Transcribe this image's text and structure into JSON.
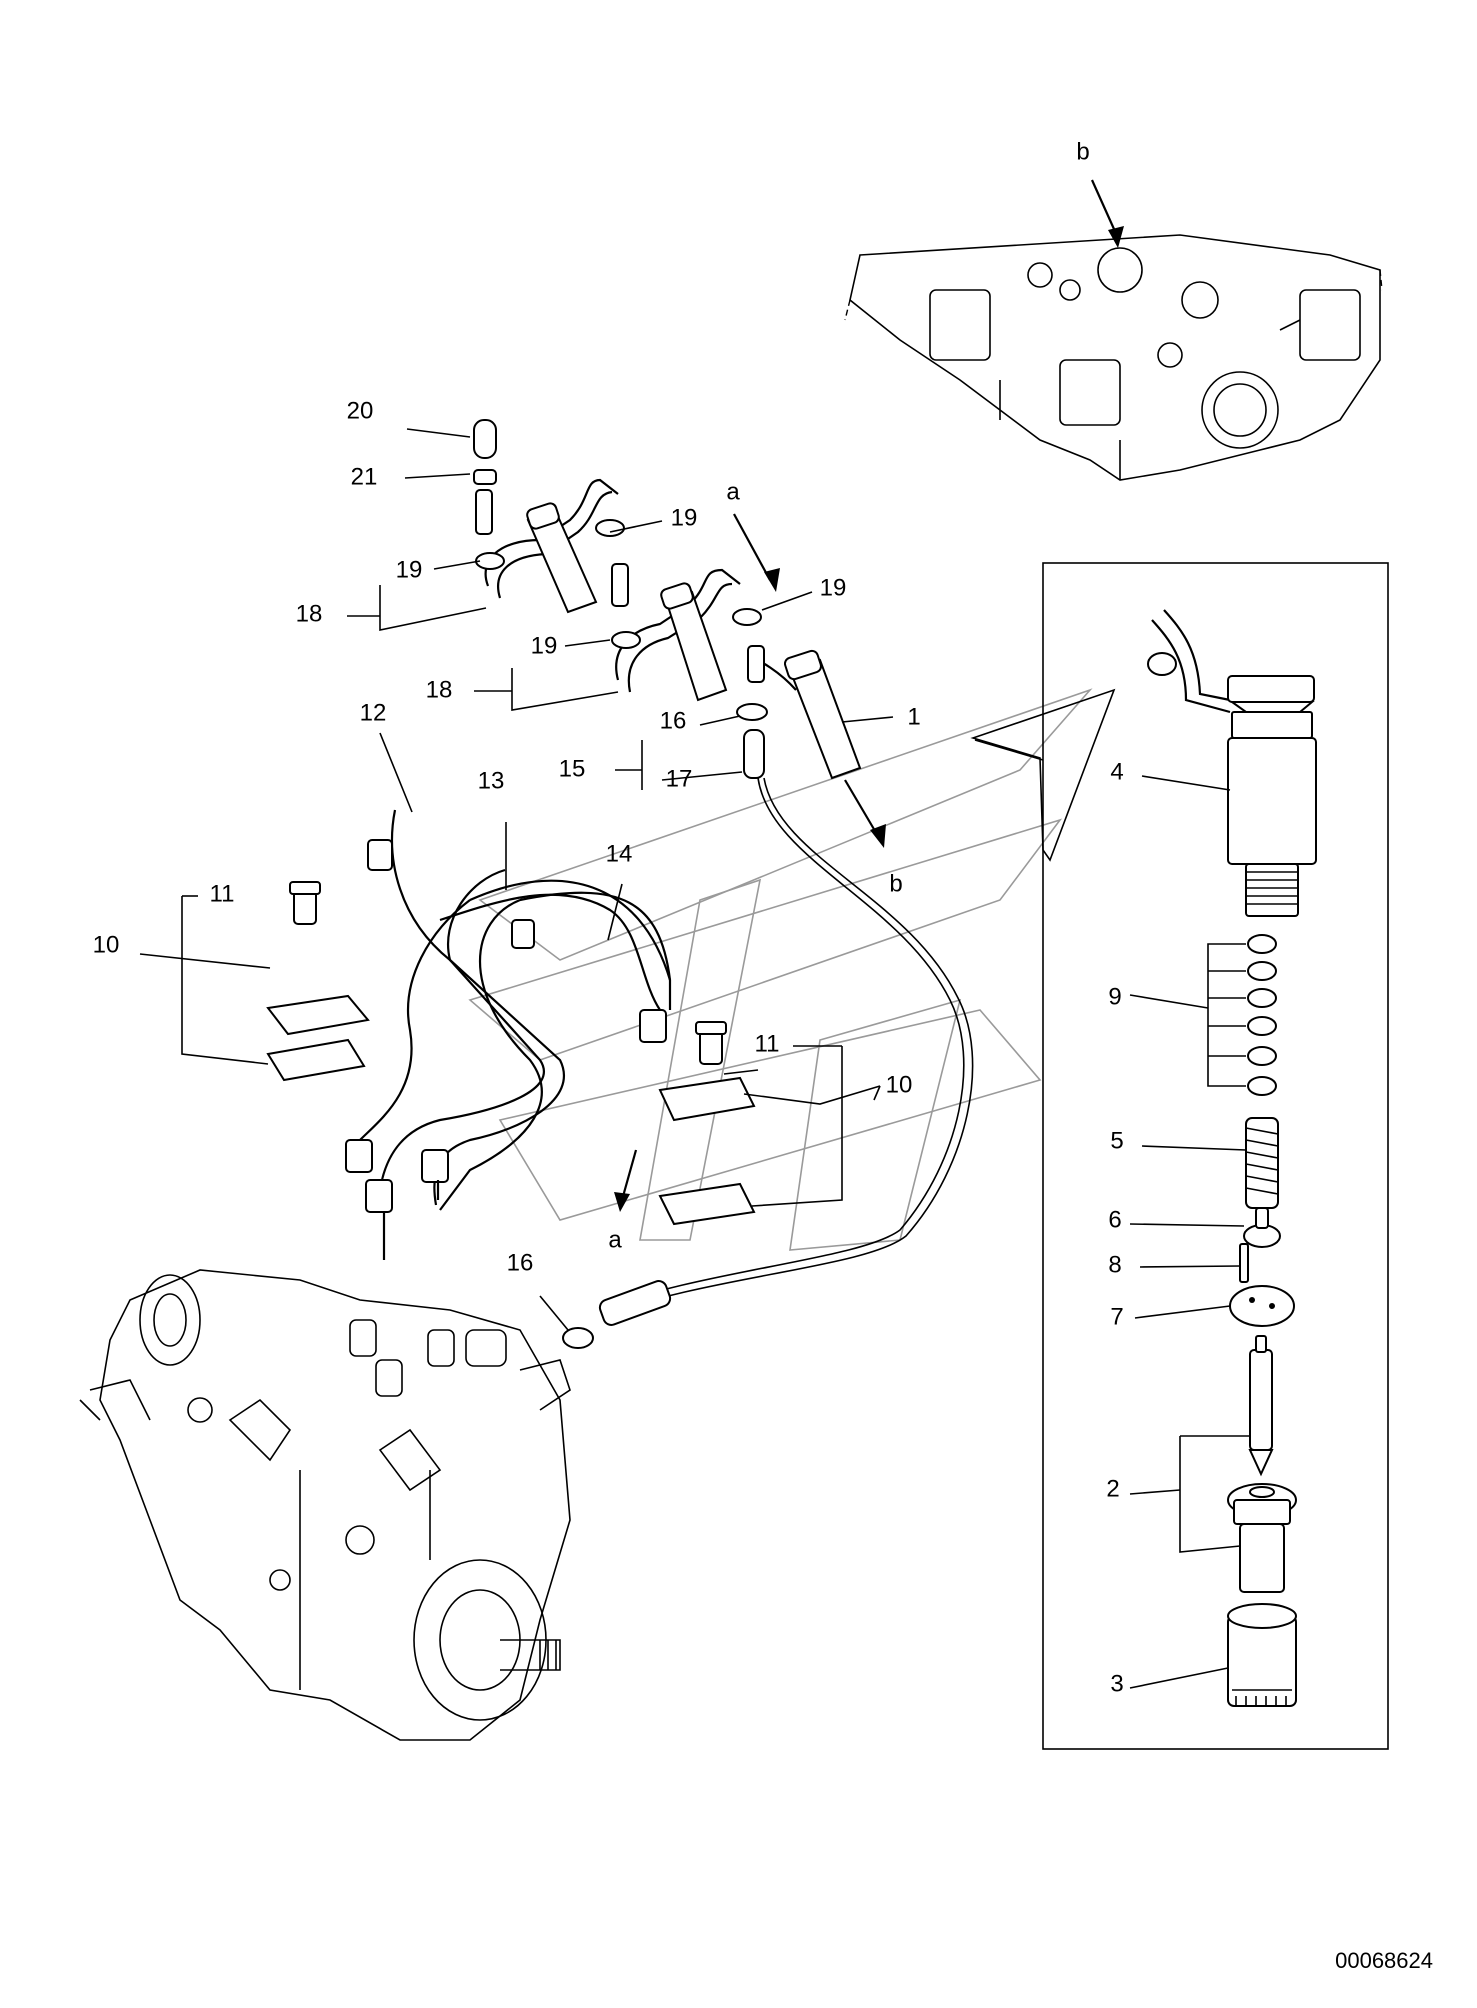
{
  "document_number": "00068624",
  "view_markers": {
    "a_top": "a",
    "a_bottom": "a",
    "b_top": "b",
    "b_bottom": "b"
  },
  "callouts": {
    "c1": "1",
    "c2": "2",
    "c3": "3",
    "c4": "4",
    "c5": "5",
    "c6": "6",
    "c7": "7",
    "c8": "8",
    "c9": "9",
    "c10_left": "10",
    "c10_right": "10",
    "c11_left": "11",
    "c11_right": "11",
    "c12": "12",
    "c13": "13",
    "c14": "14",
    "c15": "15",
    "c16_top": "16",
    "c16_bottom": "16",
    "c17": "17",
    "c18_upper": "18",
    "c18_lower": "18",
    "c19_a": "19",
    "c19_b": "19",
    "c19_c": "19",
    "c19_d": "19",
    "c20": "20",
    "c21": "21"
  }
}
